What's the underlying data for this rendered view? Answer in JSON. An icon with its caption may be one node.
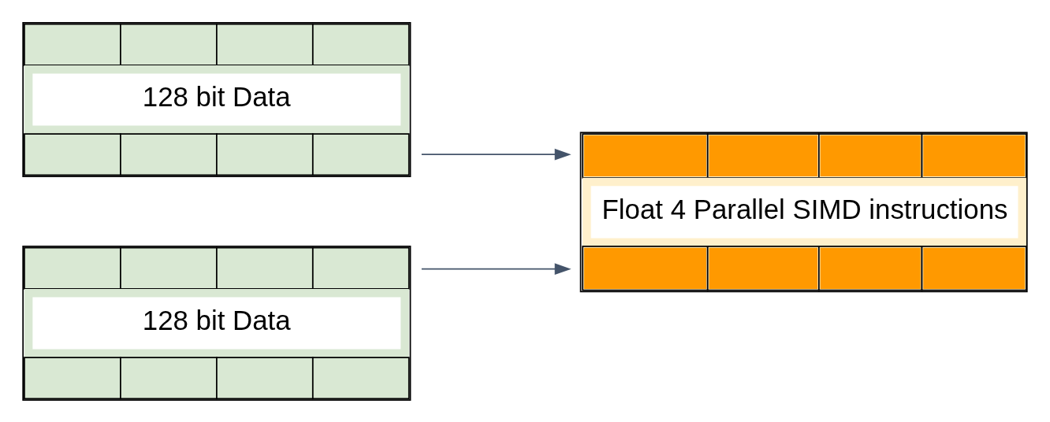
{
  "diagram": {
    "nodes": [
      {
        "text": [
          "128 bit Data"
        ]
      },
      {
        "text": [
          "128 bit Data"
        ]
      },
      {
        "text": [
          "Float 4 Parallel SIMD instructions"
        ]
      }
    ],
    "edges": [
      {
        "from": 0,
        "to": 2,
        "arrow": "to"
      },
      {
        "from": 1,
        "to": 2,
        "arrow": "to"
      }
    ]
  }
}
